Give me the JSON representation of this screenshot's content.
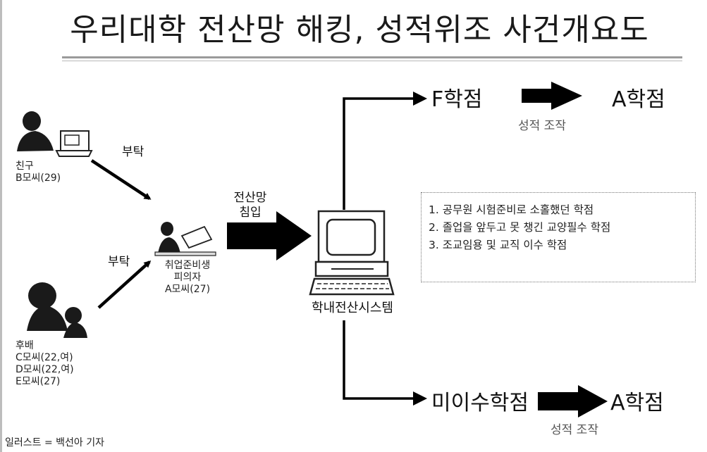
{
  "title": "우리대학 전산망 해킹, 성적위조 사건개요도",
  "actors": {
    "friend": {
      "role": "친구",
      "name": "B모씨(29)",
      "action": "부탁"
    },
    "suspect": {
      "role": "취업준비생",
      "sub": "피의자",
      "name": "A모씨(27)"
    },
    "juniors": {
      "role": "후배",
      "names": [
        "C모씨(22,여)",
        "D모씨(22,여)",
        "E모씨(27)"
      ],
      "action": "부탁"
    }
  },
  "intrusion": {
    "line1": "전산망",
    "line2": "침입"
  },
  "system": {
    "label": "학내전산시스템"
  },
  "outcomes": [
    {
      "from": "F학점",
      "to": "A학점",
      "note": "성적 조작"
    },
    {
      "from": "미이수학점",
      "to": "A학점",
      "note": "성적 조작"
    }
  ],
  "targets": [
    "1. 공무원 시험준비로 소홀했던 학점",
    "2. 졸업을 앞두고 못 챙긴 교양필수 학점",
    "3. 조교임용 및 교직 이수 학점"
  ],
  "credit": "일러스트 = 백선아 기자"
}
